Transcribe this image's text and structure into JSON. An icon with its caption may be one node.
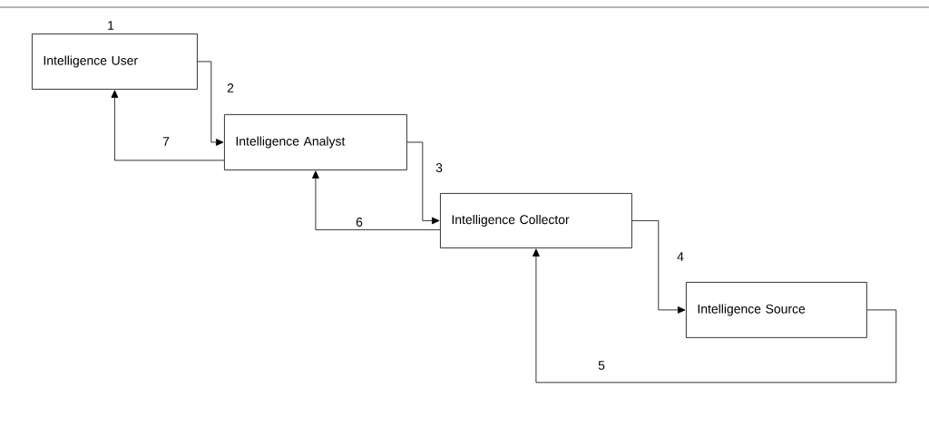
{
  "diagram": {
    "nodes": [
      {
        "text": [
          "Intelligence User"
        ],
        "beside": [
          "1"
        ]
      },
      {
        "text": [
          "Intelligence Analyst"
        ]
      },
      {
        "text": [
          "Intelligence Collector"
        ]
      },
      {
        "text": [
          "Intelligence Source"
        ]
      }
    ],
    "edges": [
      {
        "from": 0,
        "to": 1,
        "arrow": "to",
        "label": "2"
      },
      {
        "from": 1,
        "to": 0,
        "arrow": "to",
        "label": "7"
      },
      {
        "from": 1,
        "to": 2,
        "arrow": "to",
        "label": "3"
      },
      {
        "from": 2,
        "to": 1,
        "arrow": "to",
        "label": "6"
      },
      {
        "from": 2,
        "to": 3,
        "arrow": "to",
        "label": "4"
      },
      {
        "from": 3,
        "to": 2,
        "arrow": "to",
        "label": "5"
      }
    ]
  }
}
